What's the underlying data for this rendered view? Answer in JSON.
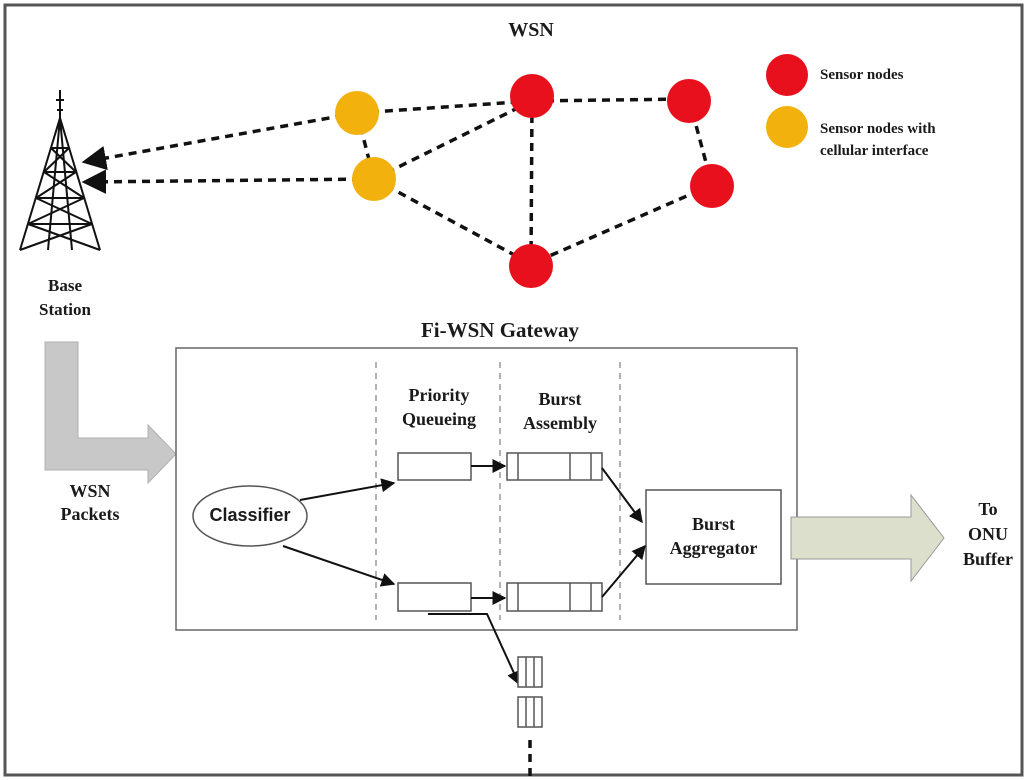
{
  "title": "WSN",
  "legend": [
    {
      "label": "Sensor nodes",
      "color": "#e8101c"
    },
    {
      "label": "Sensor nodes with cellular interface",
      "label_line1": "Sensor nodes with",
      "label_line2": "cellular interface",
      "color": "#f2b10c"
    }
  ],
  "base_station": {
    "line1": "Base",
    "line2": "Station"
  },
  "wsn_packets": {
    "line1": "WSN",
    "line2": "Packets"
  },
  "gateway": {
    "title": "Fi-WSN Gateway"
  },
  "priority_queueing": {
    "line1": "Priority",
    "line2": "Queueing"
  },
  "burst_assembly": {
    "line1": "Burst",
    "line2": "Assembly"
  },
  "classifier": "Classifier",
  "burst_aggregator": {
    "line1": "Burst",
    "line2": "Aggregator"
  },
  "to_onu_buffer": {
    "line1": "To",
    "line2": "ONU",
    "line3": "Buffer"
  },
  "colors": {
    "sensor_red": "#e8101c",
    "sensor_orange": "#f2b10c",
    "packet_arrow": "#c8c8c8",
    "output_arrow": "#dcdfcc",
    "frame": "#555555"
  }
}
